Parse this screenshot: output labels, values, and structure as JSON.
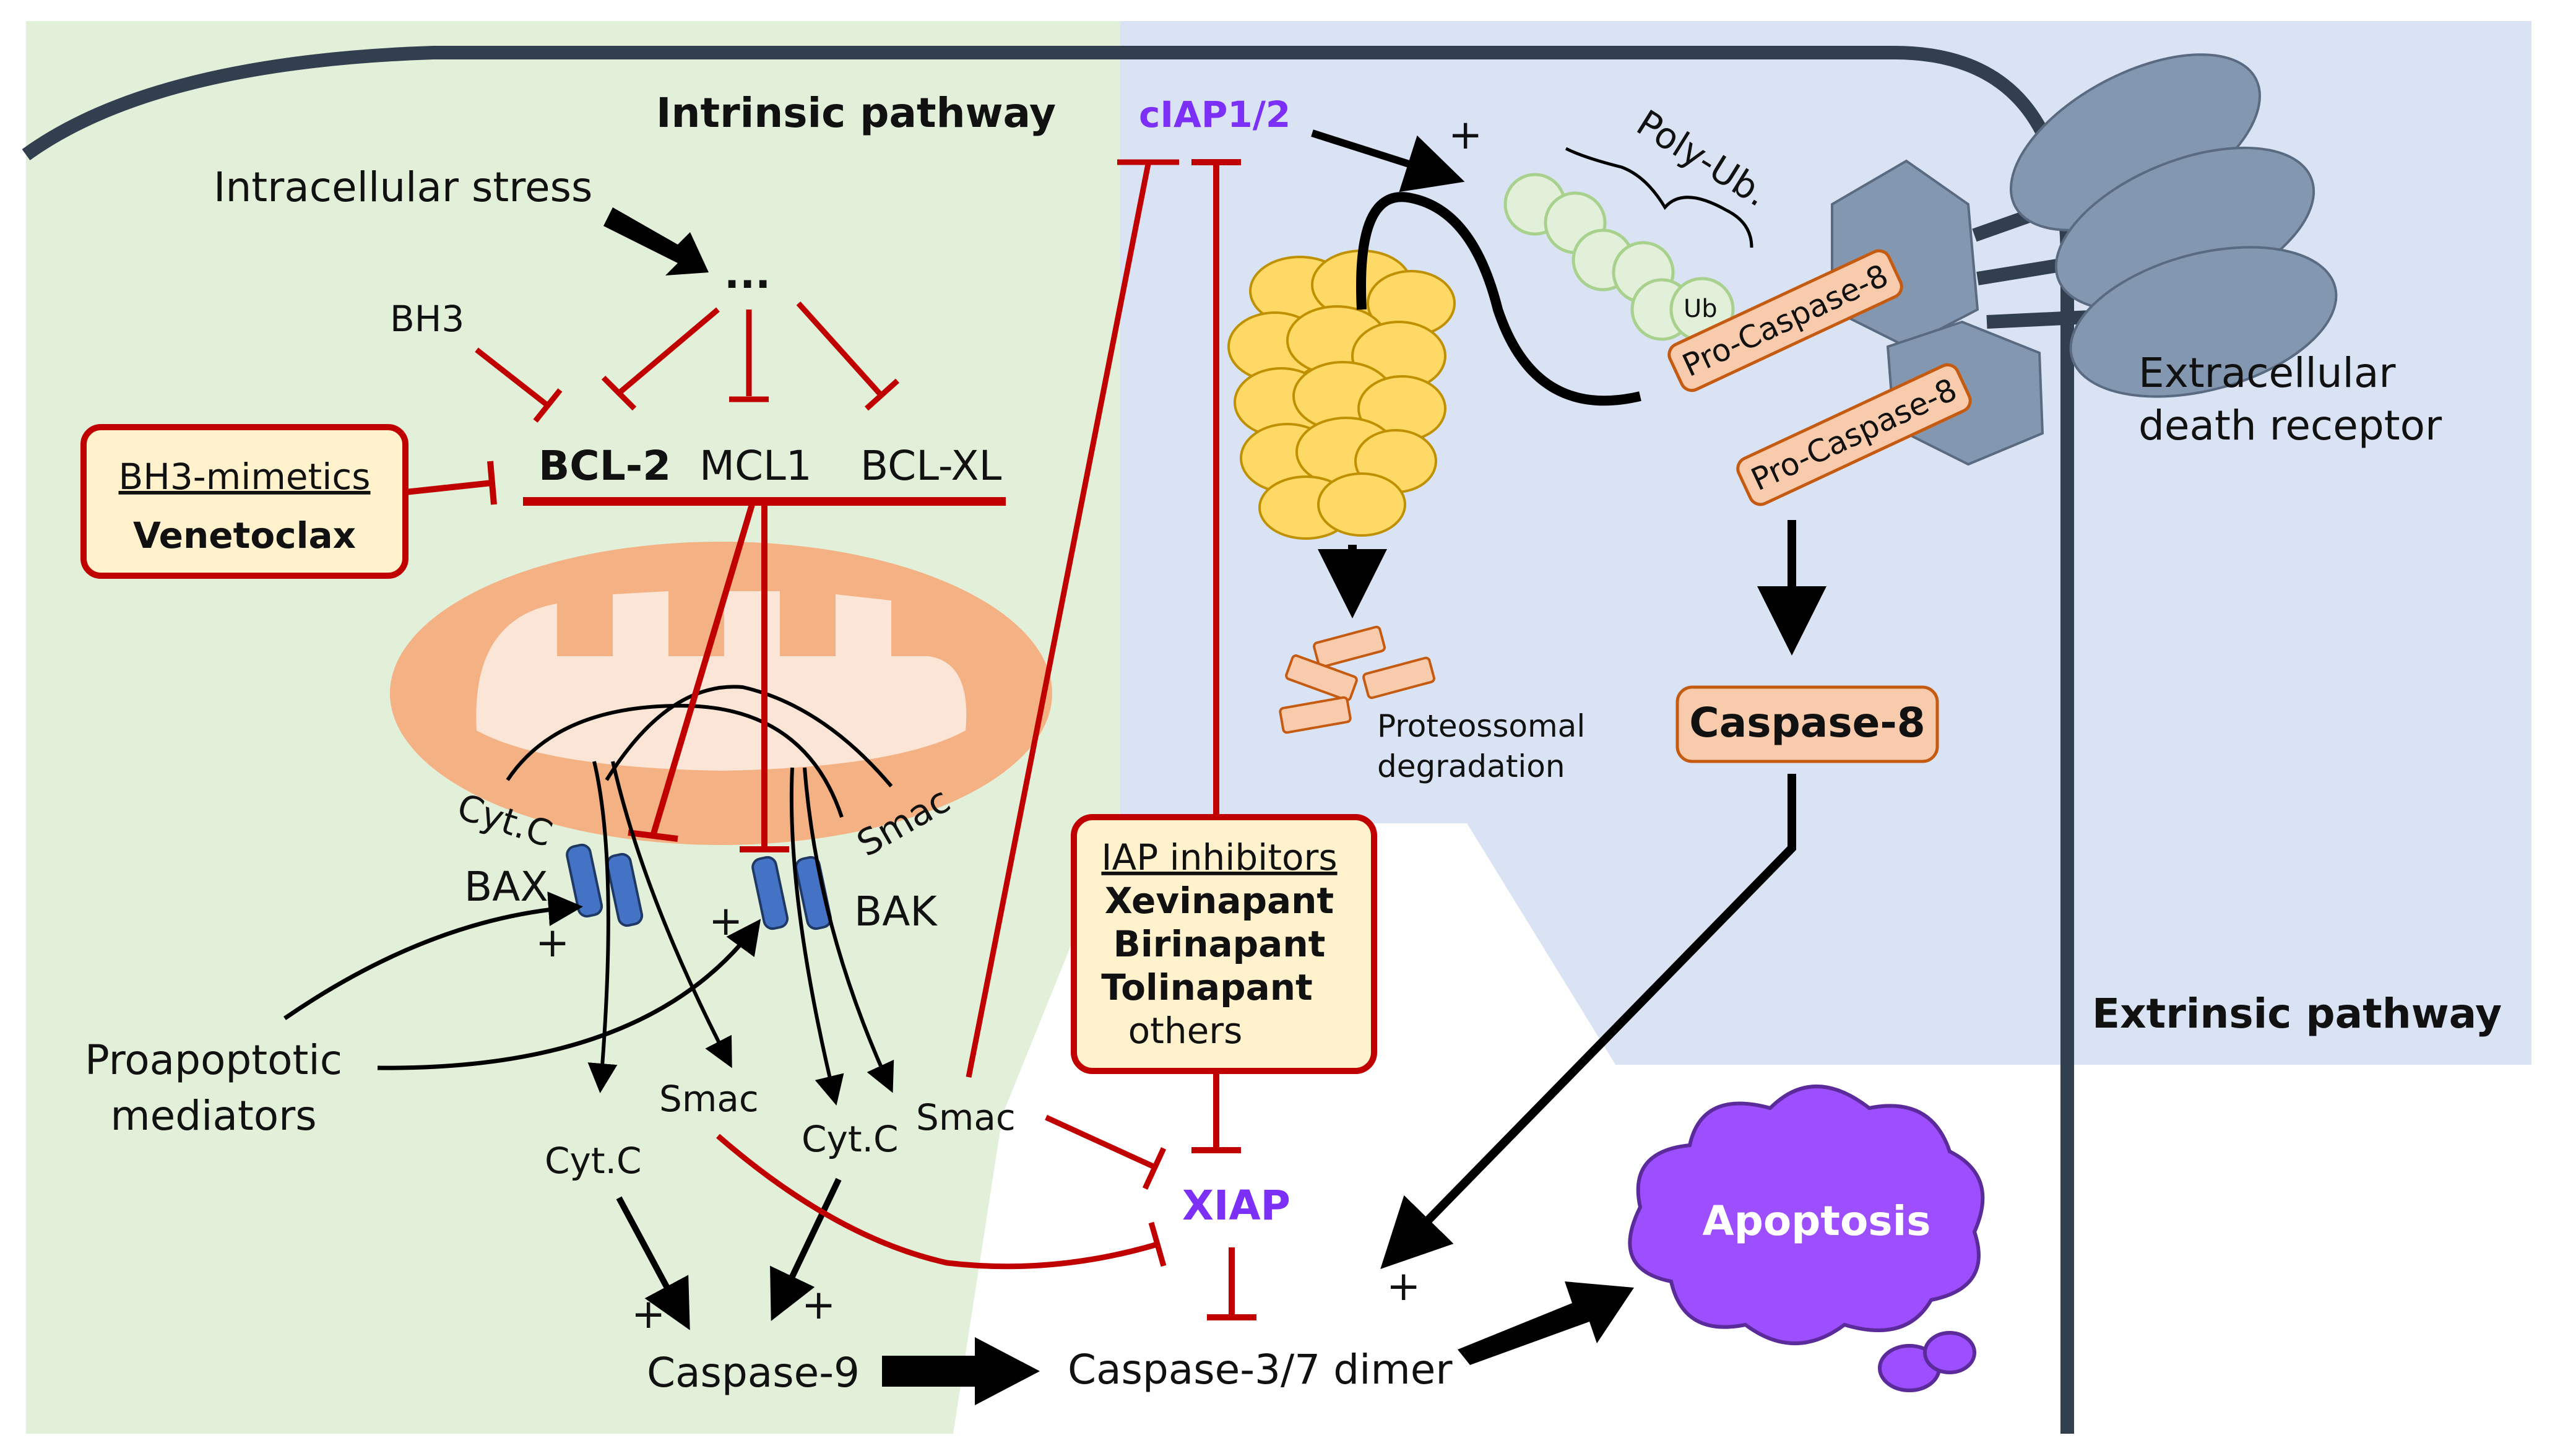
{
  "pathways": {
    "intrinsic": "Intrinsic pathway",
    "extrinsic": "Extrinsic pathway"
  },
  "labels": {
    "intracellular_stress": "Intracellular stress",
    "ellipsis": "...",
    "bh3": "BH3",
    "bcl2": "BCL-2",
    "mcl1": "MCL1",
    "bclxl": "BCL-XL",
    "bh3_mimetics": "BH3-mimetics",
    "venetoclax": "Venetoclax",
    "cyt_c": "Cyt.C",
    "smac": "Smac",
    "bax": "BAX",
    "bak": "BAK",
    "plus": "+",
    "proapoptotic_line1": "Proapoptotic",
    "proapoptotic_line2": "mediators",
    "caspase9": "Caspase-9",
    "caspase37": "Caspase-3/7 dimer",
    "xiap": "XIAP",
    "apoptosis": "Apoptosis",
    "ciap": "cIAP1/2",
    "poly_ub": "Poly-Ub.",
    "ub": "Ub",
    "pro_caspase8": "Pro-Caspase-8",
    "caspase8": "Caspase-8",
    "proteasomal_line1": "Proteossomal",
    "proteasomal_line2": "degradation",
    "extracellular_line1": "Extracellular",
    "extracellular_line2": "death receptor",
    "iap_inhibitors": "IAP inhibitors",
    "xevinapant": "Xevinapant",
    "birinapant": "Birinapant",
    "tolinapant": "Tolinapant",
    "others": "others"
  },
  "colors": {
    "intrinsic_bg": "#e2efd9",
    "extrinsic_bg": "#dae3f3",
    "inhibit_red": "#c00000",
    "box_fill": "#fff2cc",
    "mito_outer": "#f4b183",
    "mito_inner": "#fbe5d6",
    "caspase_box": "#f8cbad",
    "caspase_border": "#c55a11",
    "membrane": "#323f4f",
    "channel_blue": "#4472c4",
    "proteasome": "#ffd966",
    "ub_green": "#e2f0d9",
    "receptor": "#8497b0",
    "apoptosis_purple": "#9d4eff",
    "label_purple": "#7b2ff7"
  }
}
